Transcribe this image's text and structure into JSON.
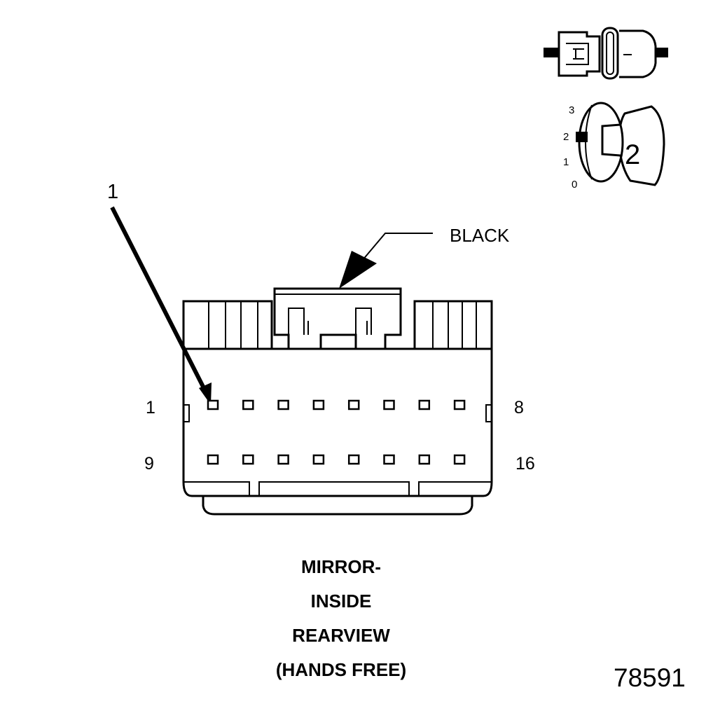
{
  "callout": {
    "number": "1"
  },
  "color_label": "BLACK",
  "pin_labels": {
    "top_left": "1",
    "top_right": "8",
    "bottom_left": "9",
    "bottom_right": "16"
  },
  "connector": {
    "top_row_cavities": 8,
    "bottom_row_cavities": 8
  },
  "title_lines": [
    "MIRROR-",
    "INSIDE",
    "REARVIEW",
    "(HANDS FREE)"
  ],
  "position_indicator": {
    "scale": [
      "3",
      "2",
      "1",
      "0"
    ],
    "selected": "2"
  },
  "figure_number": "78591"
}
